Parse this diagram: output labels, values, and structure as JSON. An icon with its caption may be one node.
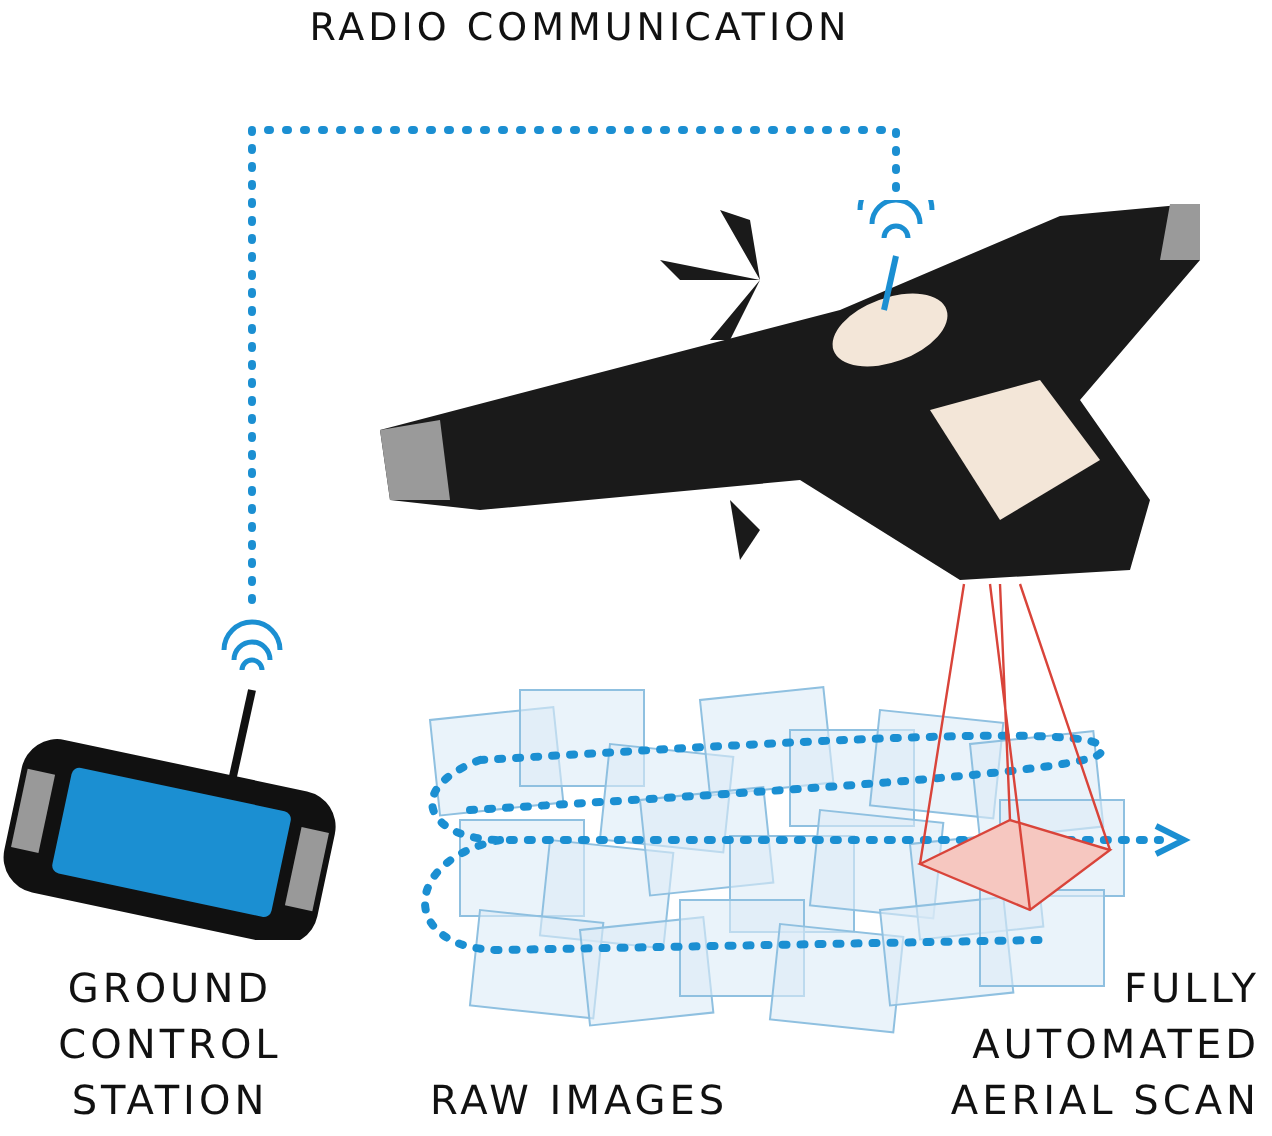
{
  "diagram": {
    "nodes": [
      {
        "text": [],
        "shape": "picture",
        "beside": [
          "GROUND CONTROL STATION"
        ]
      },
      {
        "text": [],
        "shape": "picture"
      }
    ],
    "edges": [
      {
        "from": 0,
        "to": 1,
        "arrow": "none",
        "label": "RADIO COMMUNICATION",
        "style": "dashed",
        "color": "#1b8fd2"
      }
    ],
    "labels": [
      "RAW IMAGES",
      "FULLY AUTOMATED AERIAL SCAN"
    ]
  }
}
